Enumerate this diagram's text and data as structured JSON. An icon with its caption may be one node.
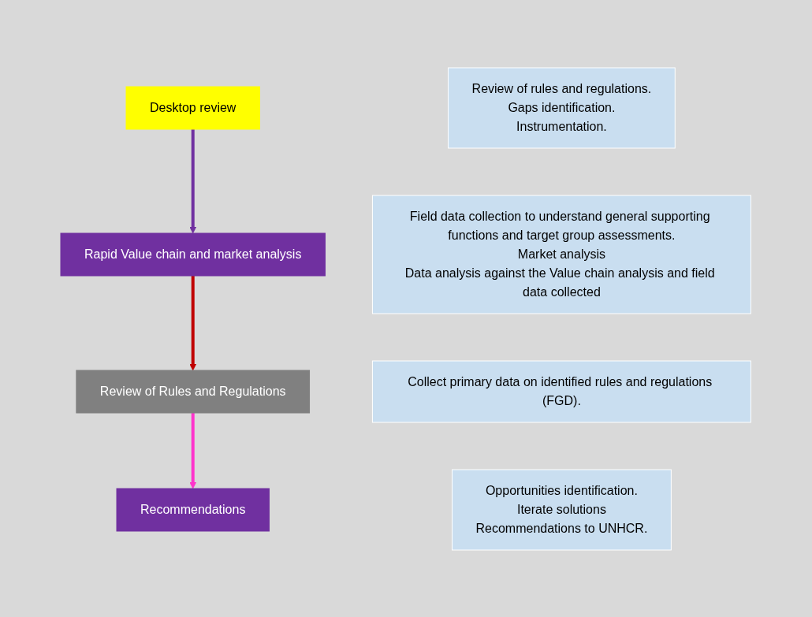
{
  "diagram": {
    "nodes": [
      {
        "text": [
          "Desktop review"
        ]
      },
      {
        "text": [
          "Rapid Value chain and market analysis"
        ]
      },
      {
        "text": [
          "Review of Rules and Regulations"
        ]
      },
      {
        "text": [
          "Recommendations"
        ]
      },
      {
        "text": [
          "Review of rules and regulations.",
          "Gaps identification.",
          "Instrumentation."
        ]
      },
      {
        "text": [
          "Field data collection to understand general supporting functions and target group assessments.",
          "Market analysis",
          "Data analysis against the Value chain analysis and field data collected"
        ]
      },
      {
        "text": [
          "Collect primary data on identified rules and regulations (FGD)."
        ]
      },
      {
        "text": [
          "Opportunities identification.",
          "Iterate solutions",
          "Recommendations to UNHCR."
        ]
      }
    ],
    "edges": [
      {
        "from": 0,
        "to": 1,
        "arrow": "to",
        "color": "#7030a0"
      },
      {
        "from": 1,
        "to": 2,
        "arrow": "to",
        "color": "#c00000"
      },
      {
        "from": 2,
        "to": 3,
        "arrow": "to",
        "color": "#ff33cc"
      }
    ]
  }
}
